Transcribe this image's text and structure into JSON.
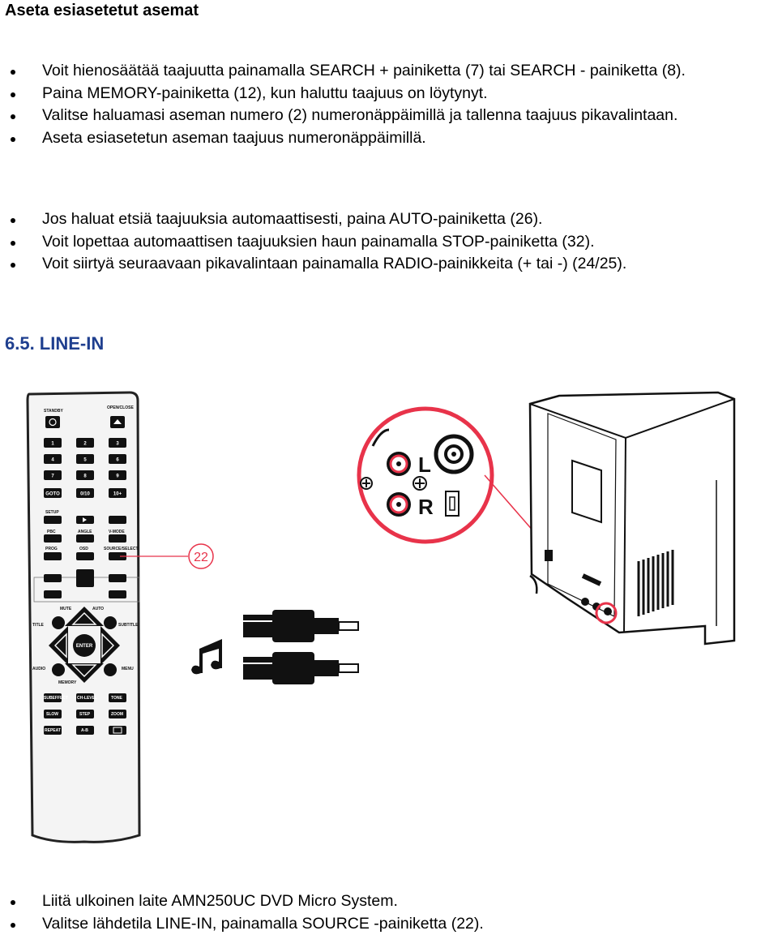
{
  "heading": "Aseta esiasetetut asemat",
  "list1": [
    "Voit hienosäätää taajuutta painamalla SEARCH + painiketta (7) tai SEARCH - painiketta (8).",
    "Paina MEMORY-painiketta (12), kun haluttu taajuus on löytynyt.",
    "Valitse haluamasi aseman numero (2) numeronäppäimillä ja tallenna taajuus pikavalintaan.",
    "Aseta esiasetetun aseman taajuus numeronäppäimillä."
  ],
  "list2": [
    "Jos haluat etsiä taajuuksia automaattisesti, paina AUTO-painiketta (26).",
    "Voit lopettaa automaattisen taajuuksien haun painamalla STOP-painiketta (32).",
    "Voit siirtyä seuraavaan pikavalintaan painamalla RADIO-painikkeita (+ tai -) (24/25)."
  ],
  "section_title": "6.5. LINE-IN",
  "figure": {
    "callout_number": "22",
    "jack_left_label": "L",
    "jack_right_label": "R",
    "remote_labels": {
      "standby": "STANDBY",
      "open_close": "OPEN/CLOSE",
      "keys": [
        "1",
        "2",
        "3",
        "4",
        "5",
        "6",
        "7",
        "8",
        "9",
        "GOTO",
        "0/10",
        "10+"
      ],
      "setup": "SETUP",
      "row2": [
        "PBC",
        "ANGLE",
        "V-MODE"
      ],
      "row3": [
        "PROG",
        "OSD",
        "SOURCE/SELECT"
      ],
      "enter": "ENTER",
      "title": "TITLE",
      "subtitle": "SUBTITLE",
      "audio": "AUDIO",
      "menu": "MENU",
      "memory": "MEMORY",
      "mute": "MUTE",
      "auto": "AUTO",
      "row4": [
        "SUBEFFECT",
        "CH-LEVEL",
        "TONE"
      ],
      "row5": [
        "SLOW",
        "STEP",
        "ZOOM"
      ],
      "row6": [
        "REPEAT",
        "A-B",
        ""
      ]
    },
    "accent_color": "#e8334a"
  },
  "list3": [
    "Liitä ulkoinen laite AMN250UC DVD Micro System.",
    "Valitse lähdetila LINE-IN, painamalla SOURCE -painiketta (22)."
  ]
}
